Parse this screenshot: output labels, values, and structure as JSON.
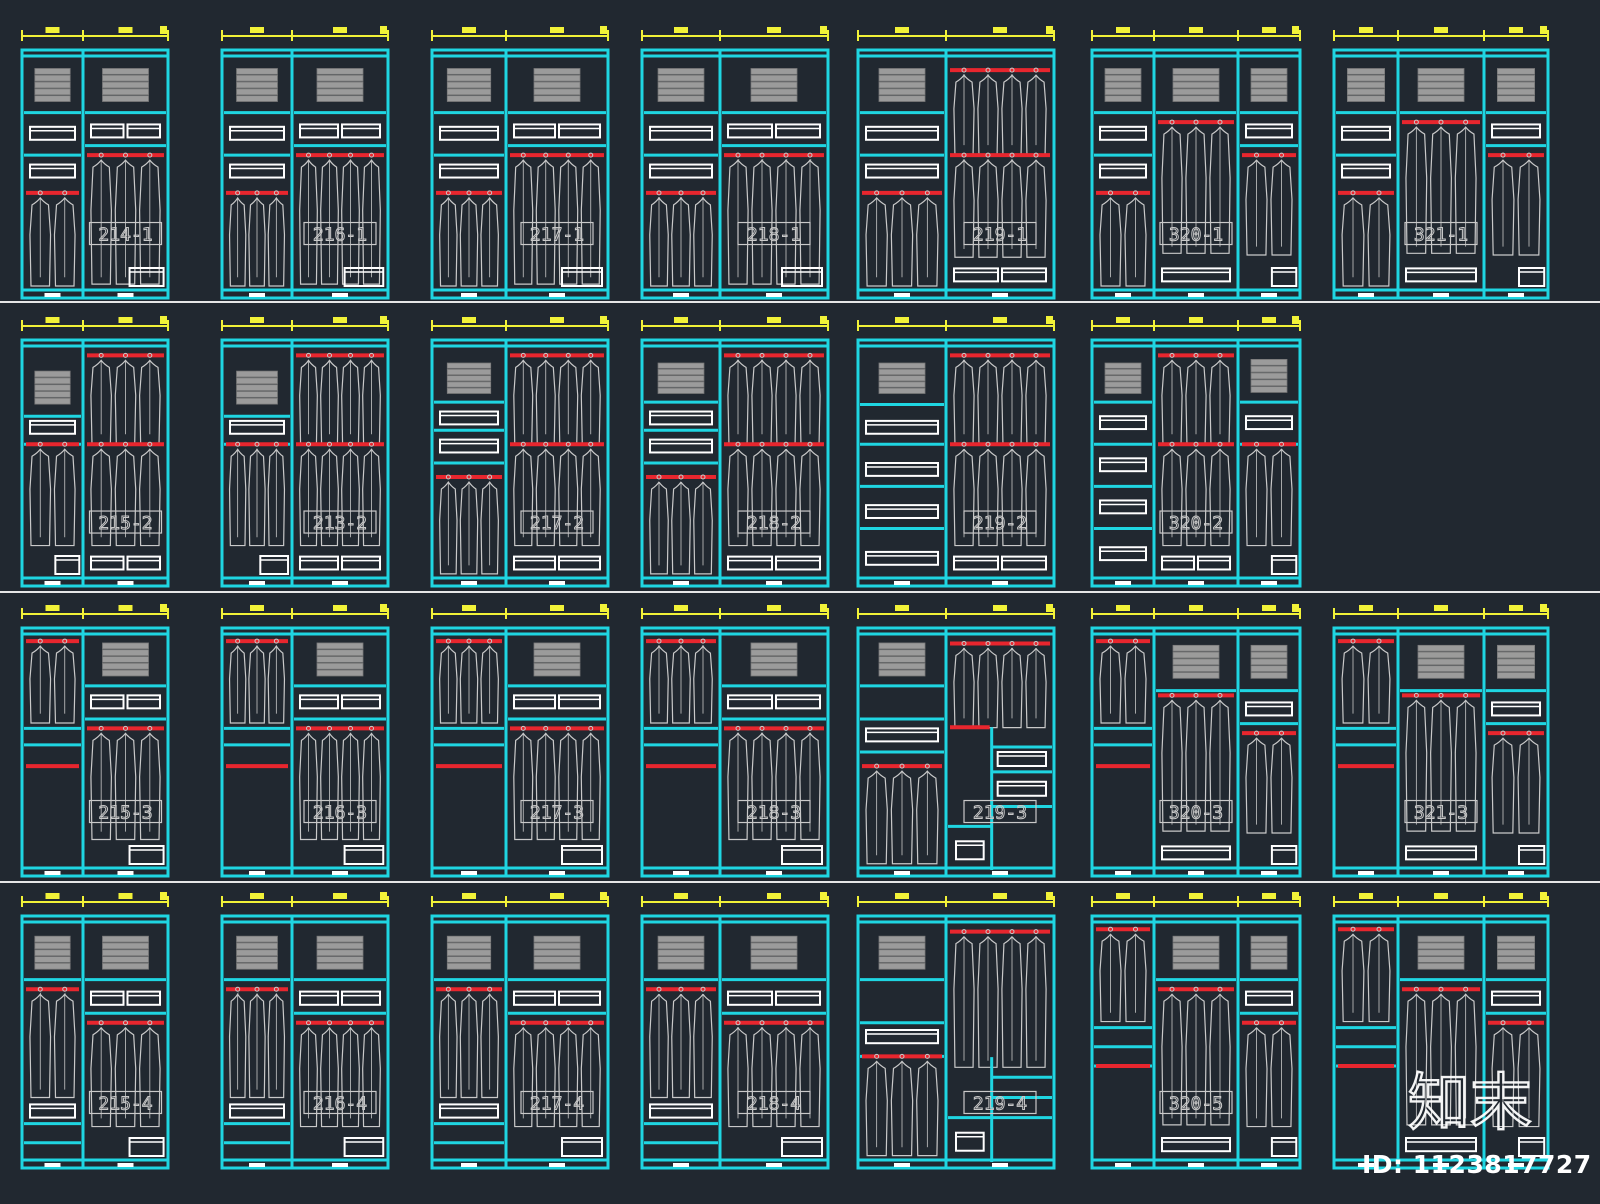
{
  "drawing": {
    "colors": {
      "background": "#212830",
      "frame": "#1fd6e2",
      "dimension": "#f2f238",
      "hanging_rod": "#e8262e",
      "drawer": "#ffffff",
      "garment": "#c9c9c9",
      "folded": "#9b9b9b",
      "separator": "#e6e6e6"
    },
    "rows": [
      {
        "name": "row-1",
        "units": [
          {
            "code": "214-1",
            "layout": "A1"
          },
          {
            "code": "216-1",
            "layout": "A1"
          },
          {
            "code": "217-1",
            "layout": "A1"
          },
          {
            "code": "218-1",
            "layout": "A1"
          },
          {
            "code": "219-1",
            "layout": "B1"
          },
          {
            "code": "320-1",
            "layout": "C1"
          },
          {
            "code": "321-1",
            "layout": "C1"
          }
        ]
      },
      {
        "name": "row-2",
        "units": [
          {
            "code": "215-2",
            "layout": "A2"
          },
          {
            "code": "213-2",
            "layout": "A2"
          },
          {
            "code": "217-2",
            "layout": "A2b"
          },
          {
            "code": "218-2",
            "layout": "A2b"
          },
          {
            "code": "219-2",
            "layout": "B2"
          },
          {
            "code": "320-2",
            "layout": "C2"
          }
        ]
      },
      {
        "name": "row-3",
        "units": [
          {
            "code": "215-3",
            "layout": "A3"
          },
          {
            "code": "216-3",
            "layout": "A3"
          },
          {
            "code": "217-3",
            "layout": "A3"
          },
          {
            "code": "218-3",
            "layout": "A3"
          },
          {
            "code": "219-3",
            "layout": "B3"
          },
          {
            "code": "320-3",
            "layout": "C3"
          },
          {
            "code": "321-3",
            "layout": "C3"
          }
        ]
      },
      {
        "name": "row-4",
        "units": [
          {
            "code": "215-4",
            "layout": "A4"
          },
          {
            "code": "216-4",
            "layout": "A4"
          },
          {
            "code": "217-4",
            "layout": "A4"
          },
          {
            "code": "218-4",
            "layout": "A4"
          },
          {
            "code": "219-4",
            "layout": "B4"
          },
          {
            "code": "320-5",
            "layout": "C4"
          },
          {
            "code": "",
            "layout": "C4"
          }
        ]
      }
    ]
  },
  "brand": {
    "logo_text": "知末"
  },
  "id_label": "ID: 1123817727"
}
